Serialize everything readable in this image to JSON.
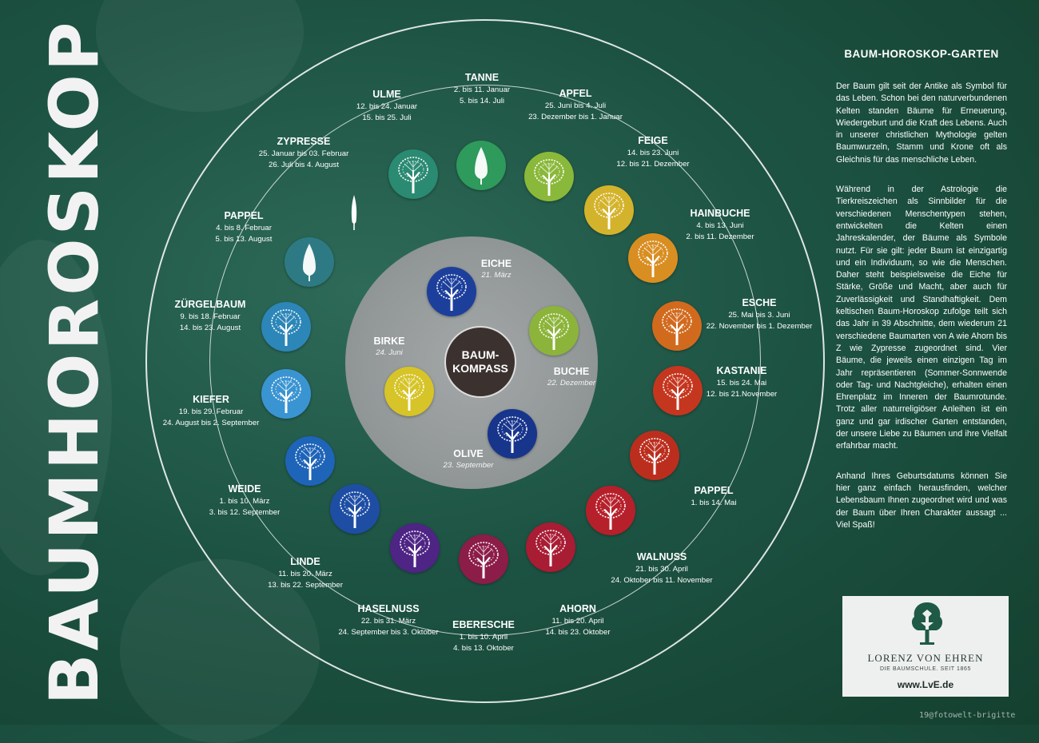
{
  "title": "BAUMHOROSKOP",
  "compass": {
    "line1": "BAUM-",
    "line2": "KOMPASS"
  },
  "inner_trees": [
    {
      "name": "EICHE",
      "date": "21. März",
      "color": "#1d3f9c"
    },
    {
      "name": "BIRKE",
      "date": "24. Juni",
      "color": "#d6c428"
    },
    {
      "name": "BUCHE",
      "date": "22. Dezember",
      "color": "#8cb43a"
    },
    {
      "name": "OLIVE",
      "date": "23. September",
      "color": "#18358c"
    }
  ],
  "outer_trees": [
    {
      "name": "TANNE",
      "dates": [
        "2. bis 11. Januar",
        "5. bis 14. Juli"
      ],
      "color": "#2e9a5c"
    },
    {
      "name": "APFEL",
      "dates": [
        "25. Juni bis 4. Juli",
        "23. Dezember bis 1. Januar"
      ],
      "color": "#8ab83a"
    },
    {
      "name": "FEIGE",
      "dates": [
        "14. bis 23. Juni",
        "12. bis 21. Dezember"
      ],
      "color": "#d4b32c"
    },
    {
      "name": "HAINBUCHE",
      "dates": [
        "4. bis 13. Juni",
        "2. bis 11. Dezember"
      ],
      "color": "#d98e22"
    },
    {
      "name": "ESCHE",
      "dates": [
        "25. Mai bis 3. Juni",
        "22. November bis 1. Dezember"
      ],
      "color": "#d26a1e"
    },
    {
      "name": "KASTANIE",
      "dates": [
        "15. bis 24. Mai",
        "12. bis 21.November"
      ],
      "color": "#c5361e"
    },
    {
      "name": "PAPPEL",
      "dates": [
        "1. bis 14. Mai"
      ],
      "color": "#bb2e1e"
    },
    {
      "name": "WALNUSS",
      "dates": [
        "21. bis 30. April",
        "24. Oktober bis 11. November"
      ],
      "color": "#b6202a"
    },
    {
      "name": "AHORN",
      "dates": [
        "11. bis 20. April",
        "14. bis 23. Oktober"
      ],
      "color": "#a81c34"
    },
    {
      "name": "EBERESCHE",
      "dates": [
        "1. bis 10. April",
        "4. bis 13. Oktober"
      ],
      "color": "#8c1c48"
    },
    {
      "name": "HASELNUSS",
      "dates": [
        "22. bis 31. März",
        "24. September bis 3. Oktober"
      ],
      "color": "#4e2484"
    },
    {
      "name": "LINDE",
      "dates": [
        "11. bis 20. März",
        "13. bis 22. September"
      ],
      "color": "#1e4ea4"
    },
    {
      "name": "WEIDE",
      "dates": [
        "1. bis 10. März",
        "3. bis 12. September"
      ],
      "color": "#1e64b8"
    },
    {
      "name": "KIEFER",
      "dates": [
        "19. bis 29. Februar",
        "24. August bis 2. September"
      ],
      "color": "#3a94d2"
    },
    {
      "name": "ZÜRGELBAUM",
      "dates": [
        "9. bis 18. Februar",
        "14. bis 23. August"
      ],
      "color": "#2c86b8"
    },
    {
      "name": "PAPPEL",
      "dates": [
        "4. bis 8. Februar",
        "5. bis 13. August"
      ],
      "color": "#2e7a84"
    },
    {
      "name": "ZYPRESSE",
      "dates": [
        "25. Januar bis 03. Februar",
        "26. Juli bis 4. August"
      ],
      "color": ""
    },
    {
      "name": "ULME",
      "dates": [
        "12. bis 24. Januar",
        "15. bis 25. Juli"
      ],
      "color": "#2a8a72"
    }
  ],
  "info": {
    "title": "BAUM-HOROSKOP-GARTEN",
    "paragraphs": [
      "Der Baum gilt seit der Antike als Symbol für das Leben. Schon bei den naturverbundenen Kelten standen Bäume für Erneuerung, Wiedergeburt und die Kraft des Lebens. Auch in unserer christlichen Mythologie gelten Baumwurzeln, Stamm und Krone oft als Gleichnis für das menschliche Leben.",
      "Während in der Astrologie die Tierkreiszeichen als Sinnbilder für die verschiedenen Menschentypen stehen, entwickelten die Kelten einen Jahreskalender, der Bäume als Symbole nutzt. Für sie gilt: jeder Baum ist einzigartig und ein Individuum, so wie die Menschen. Daher steht beispielsweise die Eiche für Stärke, Größe und Macht, aber auch für Zuverlässigkeit und Standhaftigkeit. Dem keltischen Baum-Horoskop zufolge teilt sich das Jahr in 39 Abschnitte, dem wiederum 21 verschiedene Baumarten von A wie Ahorn bis Z wie Zypresse zugeordnet sind. Vier Bäume, die jeweils einen einzigen Tag im Jahr repräsentieren (Sommer-Sonnwende oder Tag- und Nachtgleiche), erhalten einen Ehrenplatz im Inneren der Baumrotunde. Trotz aller naturreligiöser Anleihen ist ein ganz und gar irdischer Garten entstanden, der unsere Liebe zu Bäumen und ihre Vielfalt erfahrbar macht.",
      "Anhand Ihres Geburtsdatums können Sie hier ganz einfach herausfinden, welcher Lebensbaum Ihnen zugeordnet wird und was der Baum über Ihren Charakter aussagt ... Viel Spaß!"
    ]
  },
  "logo": {
    "name": "LORENZ VON EHREN",
    "subtitle": "DIE BAUMSCHULE. SEIT 1865",
    "url": "www.LvE.de"
  },
  "watermark": "19@fotowelt-brigitte"
}
